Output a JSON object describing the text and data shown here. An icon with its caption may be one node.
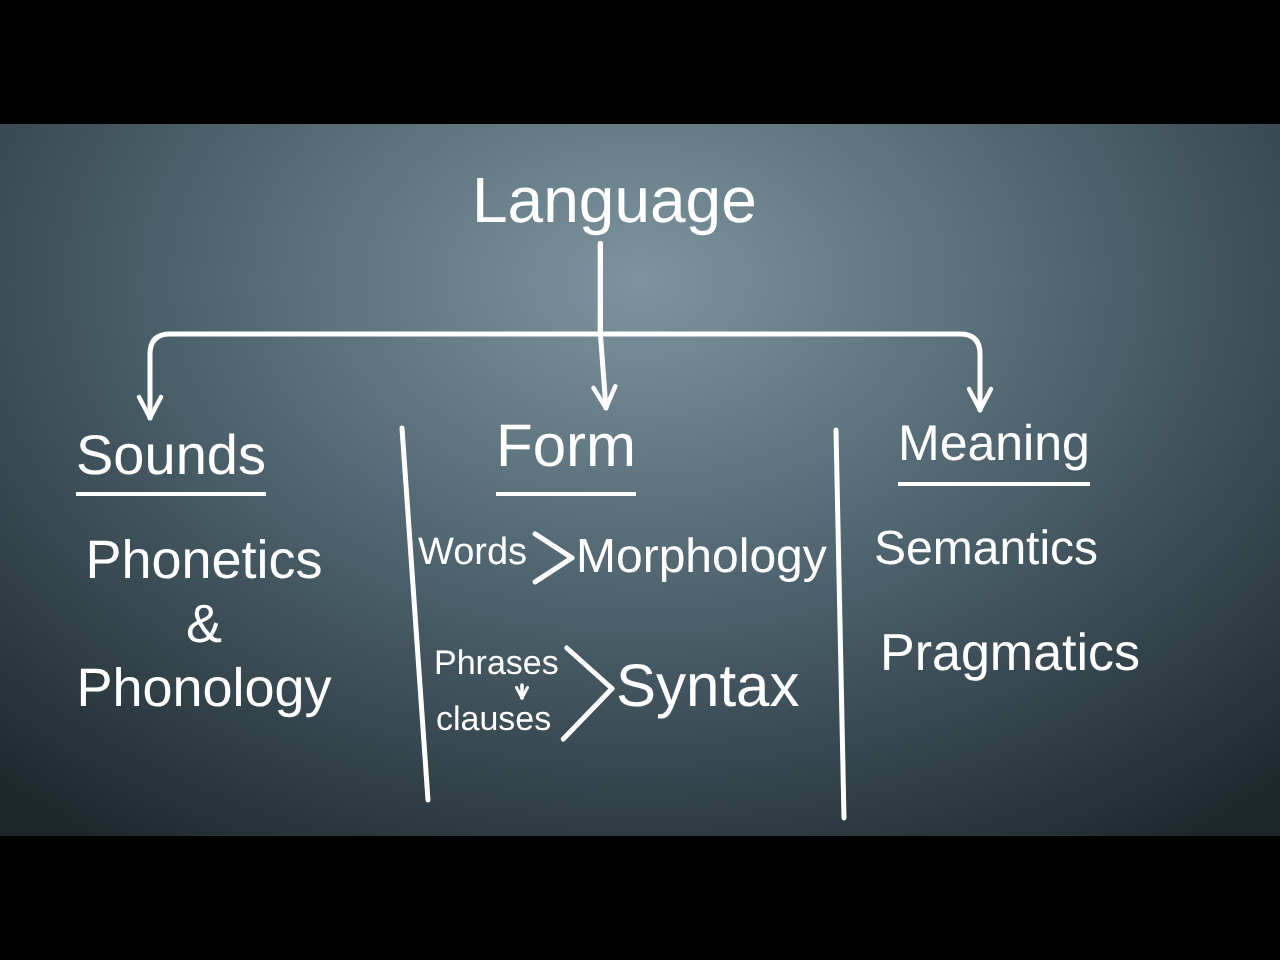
{
  "diagram": {
    "nodes": [
      {
        "text": [
          "Language"
        ]
      },
      {
        "text": [
          "Sounds"
        ]
      },
      {
        "text": [
          "Form"
        ]
      },
      {
        "text": [
          "Meaning"
        ]
      },
      {
        "text": [
          "Words"
        ]
      },
      {
        "text": [
          "Morphology"
        ]
      },
      {
        "text": [
          "Phrases"
        ]
      },
      {
        "text": [
          "clauses"
        ]
      },
      {
        "text": [
          "Syntax"
        ]
      }
    ],
    "edges": [
      {
        "from": 0,
        "to": 1,
        "arrow": "to"
      },
      {
        "from": 0,
        "to": 2,
        "arrow": "to"
      },
      {
        "from": 0,
        "to": 3,
        "arrow": "to"
      },
      {
        "from": 4,
        "to": 5,
        "arrow": "none"
      },
      {
        "from": 6,
        "to": 7,
        "arrow": "to"
      },
      {
        "from": 6,
        "to": 8,
        "arrow": "none"
      },
      {
        "from": 7,
        "to": 8,
        "arrow": "none"
      }
    ],
    "labels": [
      "Phonetics & Phonology",
      "Semantics",
      "Pragmatics"
    ]
  }
}
